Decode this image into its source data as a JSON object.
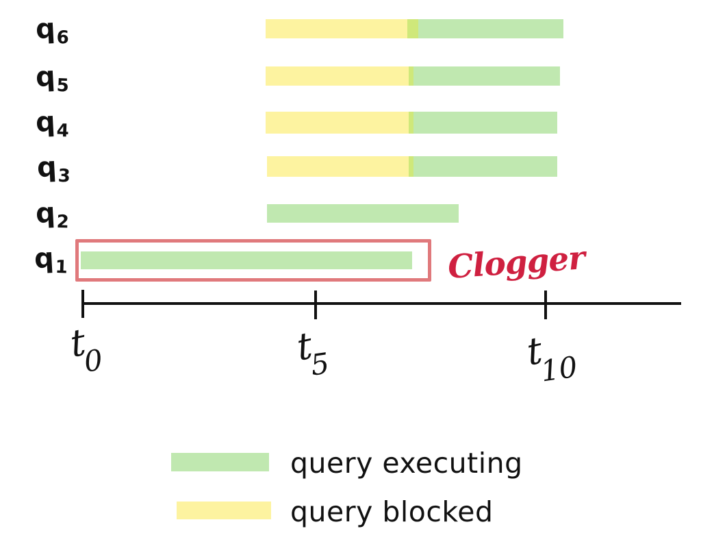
{
  "figure": {
    "kind": "hand-drawn-gantt",
    "background_color": "#ffffff"
  },
  "colors": {
    "executing": "#c0e8b0",
    "blocked": "#fdf3a0",
    "overlap": "#cfe87a",
    "highlight": "#e0797c",
    "annotation": "#cf2040",
    "axis": "#111111"
  },
  "rows": [
    {
      "label_base": "q",
      "label_sub": "6"
    },
    {
      "label_base": "q",
      "label_sub": "5"
    },
    {
      "label_base": "q",
      "label_sub": "4"
    },
    {
      "label_base": "q",
      "label_sub": "3"
    },
    {
      "label_base": "q",
      "label_sub": "2"
    },
    {
      "label_base": "q",
      "label_sub": "1"
    }
  ],
  "annotation": {
    "text": "Clogger"
  },
  "axis": {
    "ticks": [
      {
        "base": "t",
        "sub": "0"
      },
      {
        "base": "t",
        "sub": "5"
      },
      {
        "base": "t",
        "sub": "10"
      }
    ]
  },
  "legend": [
    {
      "label": "query executing",
      "color": "#c0e8b0",
      "key": "executing"
    },
    {
      "label": "query blocked",
      "color": "#fdf3a0",
      "key": "blocked"
    }
  ],
  "chart_data": {
    "type": "bar",
    "subtype": "gantt-timeline",
    "title": "",
    "xlabel": "",
    "ylabel": "",
    "grid": false,
    "legend_position": "bottom-center",
    "x_axis": {
      "tick_labels": [
        "t0",
        "t5",
        "t10"
      ],
      "tick_values": [
        0,
        5,
        10
      ],
      "xlim": [
        0,
        12.9
      ],
      "pixel_for_t0": 119,
      "pixel_for_t5": 460,
      "pixel_for_t10": 796
    },
    "categories": [
      "q1",
      "q2",
      "q3",
      "q4",
      "q5",
      "q6"
    ],
    "series": [
      {
        "name": "query blocked",
        "color": "#fdf3a0",
        "intervals": [
          {
            "category": "q1",
            "start": null,
            "end": null
          },
          {
            "category": "q2",
            "start": null,
            "end": null
          },
          {
            "category": "q3",
            "start": 3.95,
            "end": 7.15
          },
          {
            "category": "q4",
            "start": 3.95,
            "end": 7.15
          },
          {
            "category": "q5",
            "start": 3.95,
            "end": 7.15
          },
          {
            "category": "q6",
            "start": 3.95,
            "end": 7.2
          }
        ]
      },
      {
        "name": "query executing",
        "color": "#c0e8b0",
        "intervals": [
          {
            "category": "q1",
            "start": 0.0,
            "end": 7.1
          },
          {
            "category": "q2",
            "start": 4.0,
            "end": 8.1
          },
          {
            "category": "q3",
            "start": 7.1,
            "end": 10.3
          },
          {
            "category": "q4",
            "start": 7.1,
            "end": 10.3
          },
          {
            "category": "q5",
            "start": 7.1,
            "end": 10.4
          },
          {
            "category": "q6",
            "start": 7.15,
            "end": 10.5
          }
        ]
      }
    ],
    "annotations": [
      {
        "text": "Clogger",
        "color": "#cf2040",
        "target_category": "q1",
        "highlight_box": true
      }
    ]
  }
}
